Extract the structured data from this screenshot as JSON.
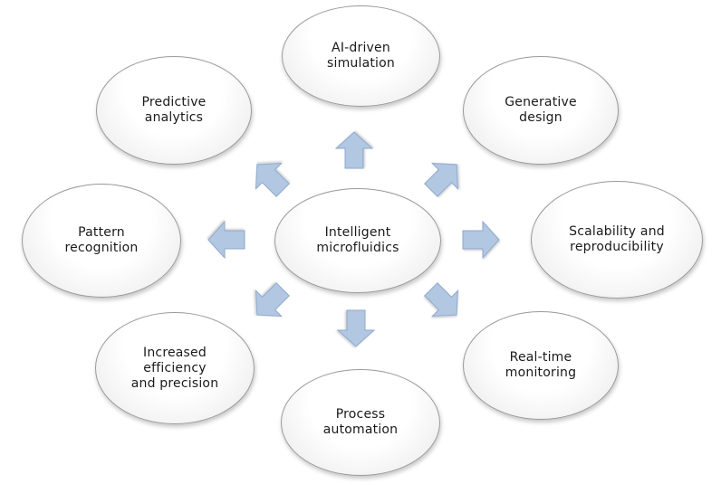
{
  "diagram": {
    "center": {
      "label": "Intelligent\nmicrofluidics"
    },
    "nodes": [
      {
        "label": "AI-driven\nsimulation"
      },
      {
        "label": "Generative\ndesign"
      },
      {
        "label": "Scalability and\nreproducibility"
      },
      {
        "label": "Real-time\nmonitoring"
      },
      {
        "label": "Process\nautomation"
      },
      {
        "label": "Increased\nefficiency\nand precision"
      },
      {
        "label": "Pattern\nrecognition"
      },
      {
        "label": "Predictive\nanalytics"
      }
    ],
    "colors": {
      "arrow_fill": "#b2c7e1",
      "arrow_stroke": "#8fa9cc",
      "node_border": "#9a9a9a"
    }
  }
}
